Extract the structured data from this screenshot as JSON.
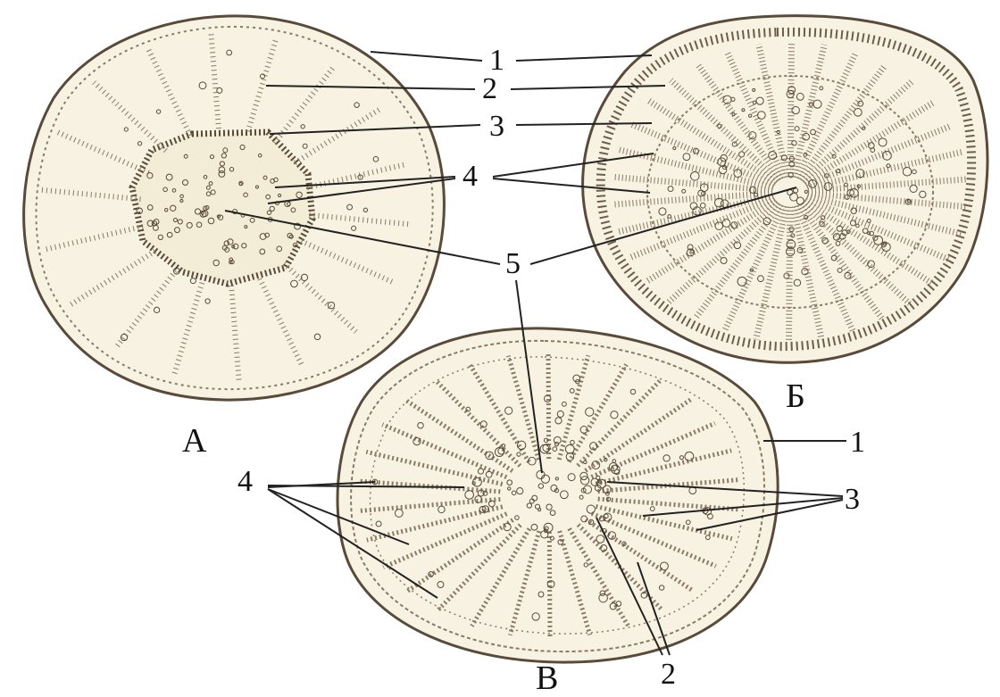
{
  "figure_labels": {
    "A": "А",
    "B": "Б",
    "V": "В"
  },
  "callouts": {
    "n1": "1",
    "n2": "2",
    "n3": "3",
    "n4": "4",
    "n5": "5"
  },
  "colors": {
    "paper": "#f7f2e1",
    "ink": "#5a4a3a",
    "stipple": "#8a7a66",
    "leader": "#222222"
  }
}
